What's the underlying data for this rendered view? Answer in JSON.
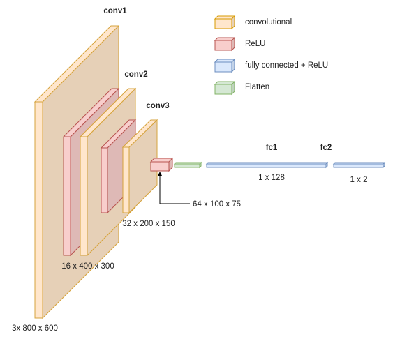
{
  "layers": {
    "conv1": "conv1",
    "conv2": "conv2",
    "conv3": "conv3",
    "fc1": "fc1",
    "fc2": "fc2"
  },
  "dimensions": {
    "input": "3x 800 x 600",
    "relu1": "16 x 400 x 300",
    "relu2": "32 x 200 x 150",
    "relu3": "64 x 100 x 75",
    "fc1": "1 x 128",
    "fc2": "1 x 2"
  },
  "legend": [
    {
      "label": "convolutional",
      "fill": "#ffe6cc",
      "stroke": "#d79b00"
    },
    {
      "label": "ReLU",
      "fill": "#f8cecc",
      "stroke": "#b85450"
    },
    {
      "label": "fully connected + ReLU",
      "fill": "#dae8fc",
      "stroke": "#6c8ebf"
    },
    {
      "label": "Flatten",
      "fill": "#d5e8d4",
      "stroke": "#82b366"
    }
  ],
  "colors": {
    "conv_face": "#ffe6cc",
    "conv_side": "#e6d0b7",
    "conv_stroke": "#d6a33c",
    "relu_face": "#f8cecc",
    "relu_side": "#deb9b6",
    "relu_stroke": "#b85450",
    "fc_face": "#dae8fc",
    "fc_side": "#c3d3e8",
    "fc_stroke": "#6c8ebf",
    "flatten_face": "#d5e8d4",
    "flatten_side": "#bfd3bd",
    "flatten_stroke": "#82b366"
  }
}
